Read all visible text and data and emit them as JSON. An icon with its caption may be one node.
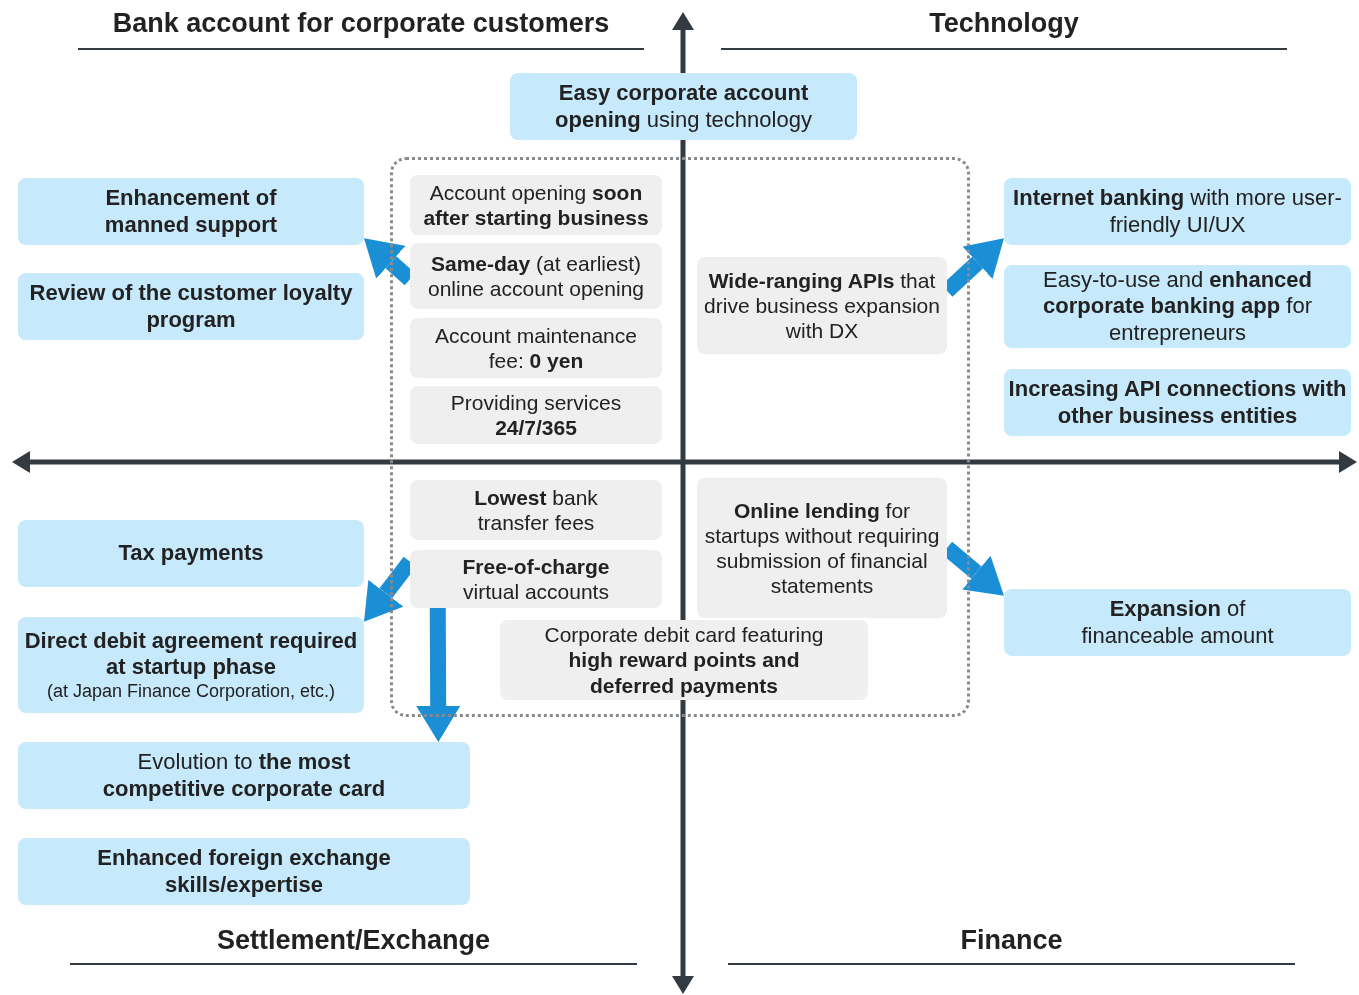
{
  "diagram": {
    "nodes": [
      {
        "text": [
          "**Easy corporate account opening** using technology"
        ]
      },
      {
        "text": [],
        "shape": "box"
      },
      {
        "text": [
          "Account opening **soon after starting business**"
        ],
        "in": 1
      },
      {
        "text": [
          "**Same-day** (at earliest) online account opening"
        ],
        "in": 1
      },
      {
        "text": [
          "Account maintenance fee: **0 yen**"
        ],
        "in": 1
      },
      {
        "text": [
          "Providing services **24/7/365**"
        ],
        "in": 1
      },
      {
        "text": [
          "**Wide-ranging APIs** that drive business expansion with DX"
        ],
        "in": 1
      },
      {
        "text": [
          "**Lowest** bank transfer fees"
        ],
        "in": 1
      },
      {
        "text": [
          "**Free-of-charge** virtual accounts"
        ],
        "in": 1
      },
      {
        "text": [
          "**Online lending** for startups without requiring submission of financial statements"
        ],
        "in": 1
      },
      {
        "text": [
          "Corporate debit card featuring **high reward points and deferred payments**"
        ],
        "in": 1
      },
      {
        "text": [
          "Enhancement of manned support"
        ]
      },
      {
        "text": [
          "Review of the customer loyalty program"
        ]
      },
      {
        "text": [
          "**Internet banking** with more user-friendly UI/UX"
        ]
      },
      {
        "text": [
          "Easy-to-use and **enhanced corporate banking app** for entrepreneurs"
        ]
      },
      {
        "text": [
          "Increasing API connections with other business entities"
        ]
      },
      {
        "text": [
          "Tax payments"
        ]
      },
      {
        "text": [
          "Direct debit agreement required at startup phase",
          "(at Japan Finance Corporation, etc.)"
        ]
      },
      {
        "text": [
          "**Expansion** of financeable amount"
        ]
      },
      {
        "text": [
          "Evolution to **the most competitive corporate card**"
        ]
      },
      {
        "text": [
          "Enhanced foreign exchange skills/expertise"
        ]
      }
    ],
    "edges": [
      {
        "from": 3,
        "to": 11,
        "arrow": "to"
      },
      {
        "from": 6,
        "to": 13,
        "arrow": "to"
      },
      {
        "from": 8,
        "to": 17,
        "arrow": "to"
      },
      {
        "from": 8,
        "to": 19,
        "arrow": "to"
      },
      {
        "from": 9,
        "to": 18,
        "arrow": "to"
      }
    ],
    "labels": [
      "Bank account for corporate customers",
      "Technology",
      "Settlement/Exchange",
      "Finance"
    ]
  }
}
